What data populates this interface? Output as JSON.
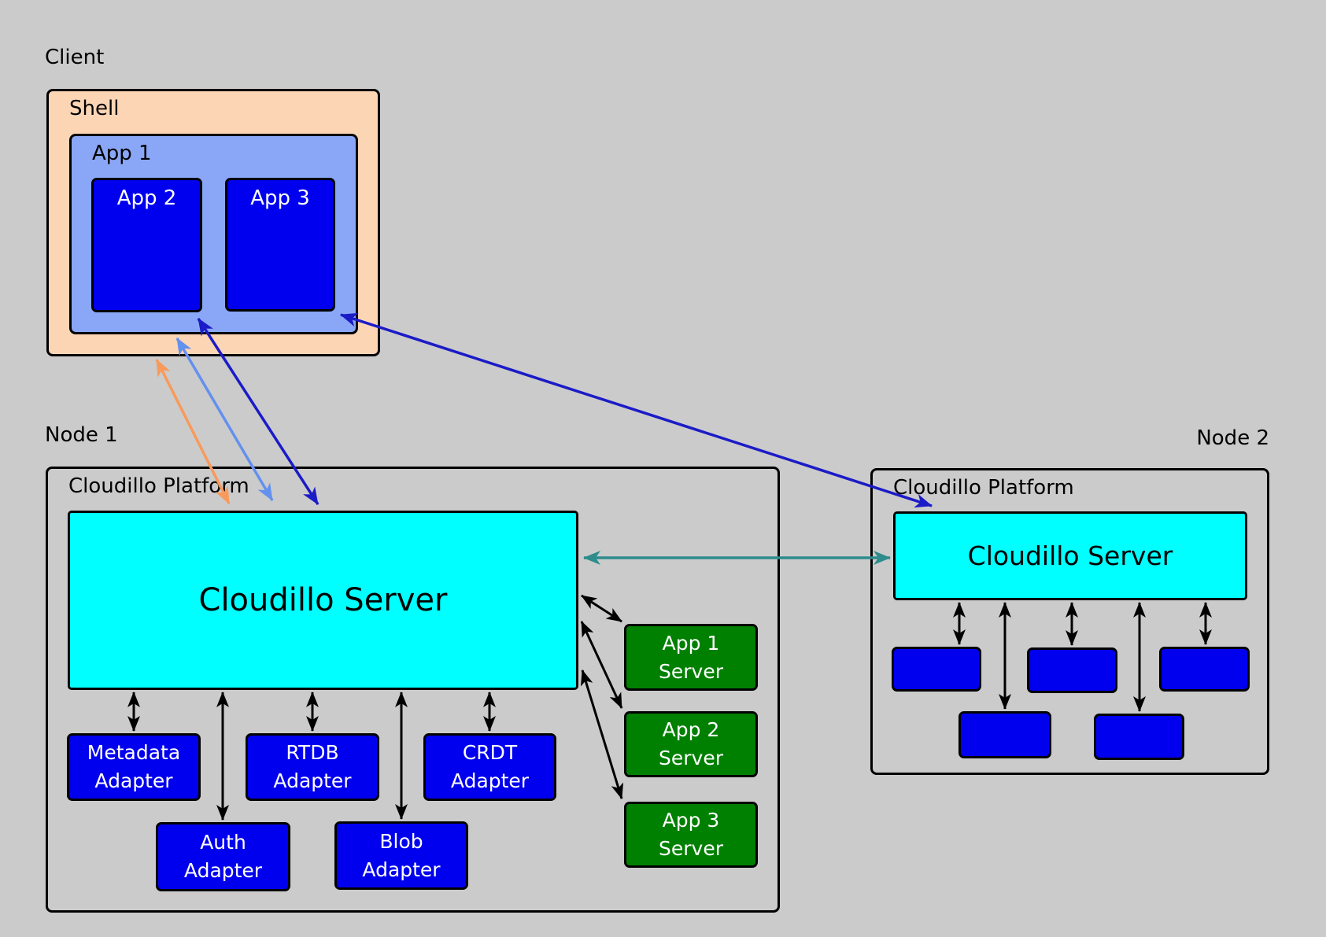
{
  "colors": {
    "background": "#cbcbcb",
    "shell_fill": "#fcd5b5",
    "app_frame_fill": "#8aa7f7",
    "app_fill": "#0000ee",
    "server_fill": "#00ffff",
    "app_server_fill": "#008000",
    "arrow_black": "#000000",
    "arrow_orange": "#f89a5b",
    "arrow_cornflower": "#6490ee",
    "arrow_blue": "#1b1bc7",
    "arrow_teal": "#2d8c8c"
  },
  "client": {
    "label": "Client",
    "shell": {
      "label": "Shell",
      "app1": {
        "label": "App 1",
        "app2_label": "App 2",
        "app3_label": "App 3"
      }
    }
  },
  "node1": {
    "label": "Node 1",
    "platform_label": "Cloudillo Platform",
    "server_label": "Cloudillo Server",
    "adapters": [
      "Metadata Adapter",
      "RTDB Adapter",
      "CRDT Adapter",
      "Auth Adapter",
      "Blob Adapter"
    ],
    "app_servers": [
      "App 1 Server",
      "App 2 Server",
      "App 3 Server"
    ]
  },
  "node2": {
    "label": "Node 2",
    "platform_label": "Cloudillo Platform",
    "server_label": "Cloudillo Server",
    "unlabeled_service_boxes": 5
  }
}
